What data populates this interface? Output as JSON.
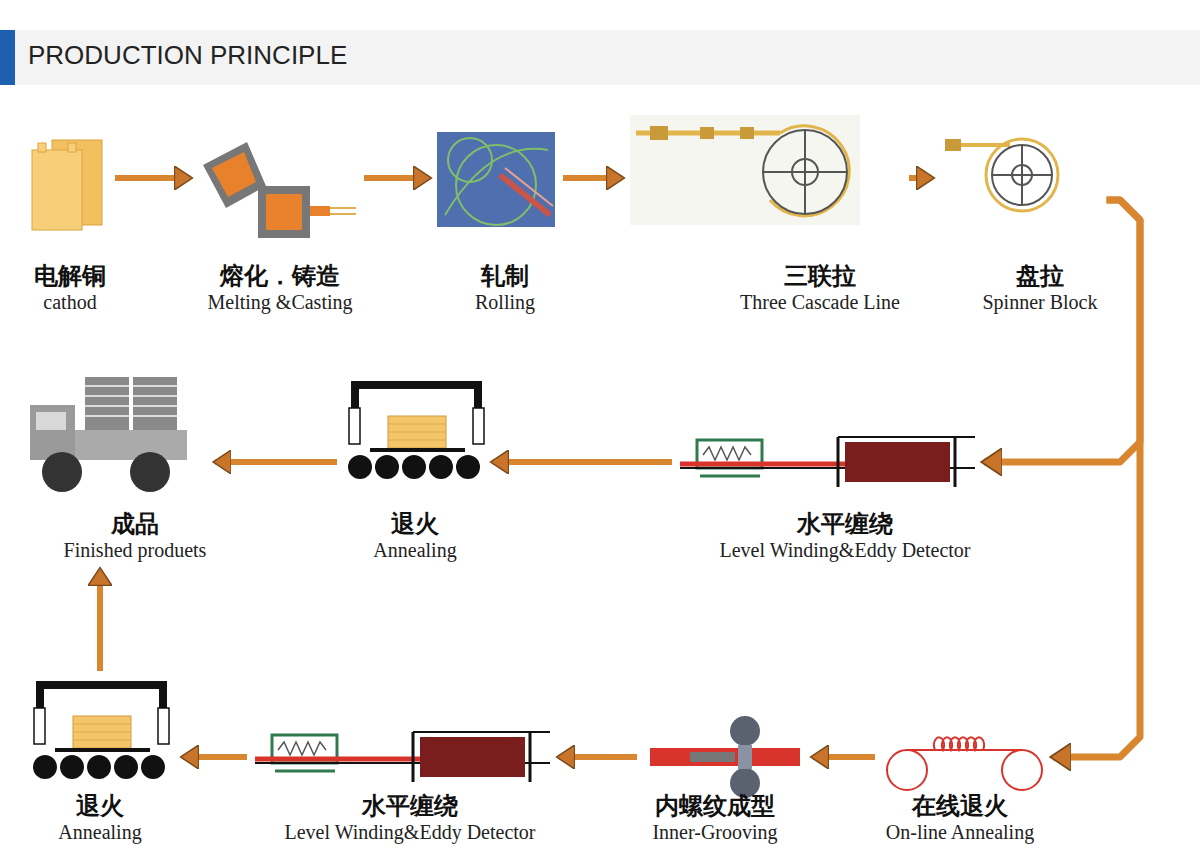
{
  "diagram": {
    "title": "PRODUCTION PRINCIPLE",
    "nodes": [
      {
        "text": [
          "电解铜",
          "cathod"
        ]
      },
      {
        "text": [
          "熔化．铸造",
          "Melting &Casting"
        ]
      },
      {
        "text": [
          "轧制",
          "Rolling"
        ]
      },
      {
        "text": [
          "三联拉",
          "Three Cascade Line"
        ]
      },
      {
        "text": [
          "盘拉",
          "Spinner Block"
        ]
      },
      {
        "text": [
          "水平缠绕",
          "Level Winding&Eddy Detector"
        ]
      },
      {
        "text": [
          "退火",
          "Annealing"
        ]
      },
      {
        "text": [
          "成品",
          "Finished produets"
        ]
      },
      {
        "text": [
          "在线退火",
          "On-line Annealing"
        ]
      },
      {
        "text": [
          "内螺纹成型",
          "Inner-Grooving"
        ]
      },
      {
        "text": [
          "水平缠绕",
          "Level Winding&Eddy Detector"
        ]
      },
      {
        "text": [
          "退火",
          "Annealing"
        ]
      }
    ],
    "edges": [
      {
        "from": 0,
        "to": 1,
        "arrow": "to"
      },
      {
        "from": 1,
        "to": 2,
        "arrow": "to"
      },
      {
        "from": 2,
        "to": 3,
        "arrow": "to"
      },
      {
        "from": 3,
        "to": 4,
        "arrow": "to"
      },
      {
        "from": 4,
        "to": 5,
        "arrow": "to"
      },
      {
        "from": 5,
        "to": 6,
        "arrow": "to"
      },
      {
        "from": 6,
        "to": 7,
        "arrow": "to"
      },
      {
        "from": 4,
        "to": 8,
        "arrow": "to"
      },
      {
        "from": 8,
        "to": 9,
        "arrow": "to"
      },
      {
        "from": 9,
        "to": 10,
        "arrow": "to"
      },
      {
        "from": 10,
        "to": 11,
        "arrow": "to"
      },
      {
        "from": 11,
        "to": 7,
        "arrow": "to"
      }
    ]
  }
}
